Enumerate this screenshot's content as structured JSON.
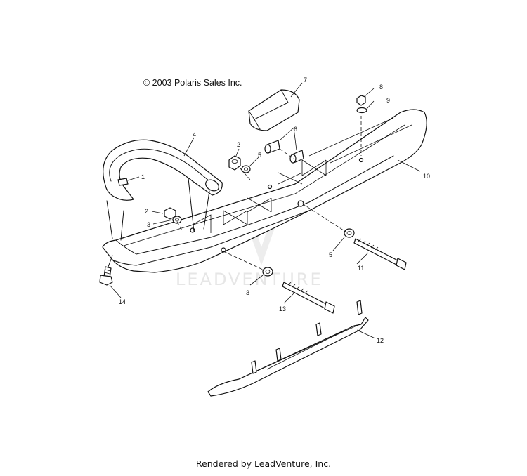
{
  "copyright": "© 2003 Polaris Sales Inc.",
  "footer": "Rendered by LeadVenture, Inc.",
  "watermark": "LEADVENTURE",
  "callouts": {
    "c1": "1",
    "c2a": "2",
    "c2b": "2",
    "c3a": "3",
    "c3b": "3",
    "c4": "4",
    "c5a": "5",
    "c5b": "5",
    "c6": "6",
    "c7": "7",
    "c8": "8",
    "c9": "9",
    "c10": "10",
    "c11": "11",
    "c12": "12",
    "c13": "13",
    "c14": "14"
  }
}
